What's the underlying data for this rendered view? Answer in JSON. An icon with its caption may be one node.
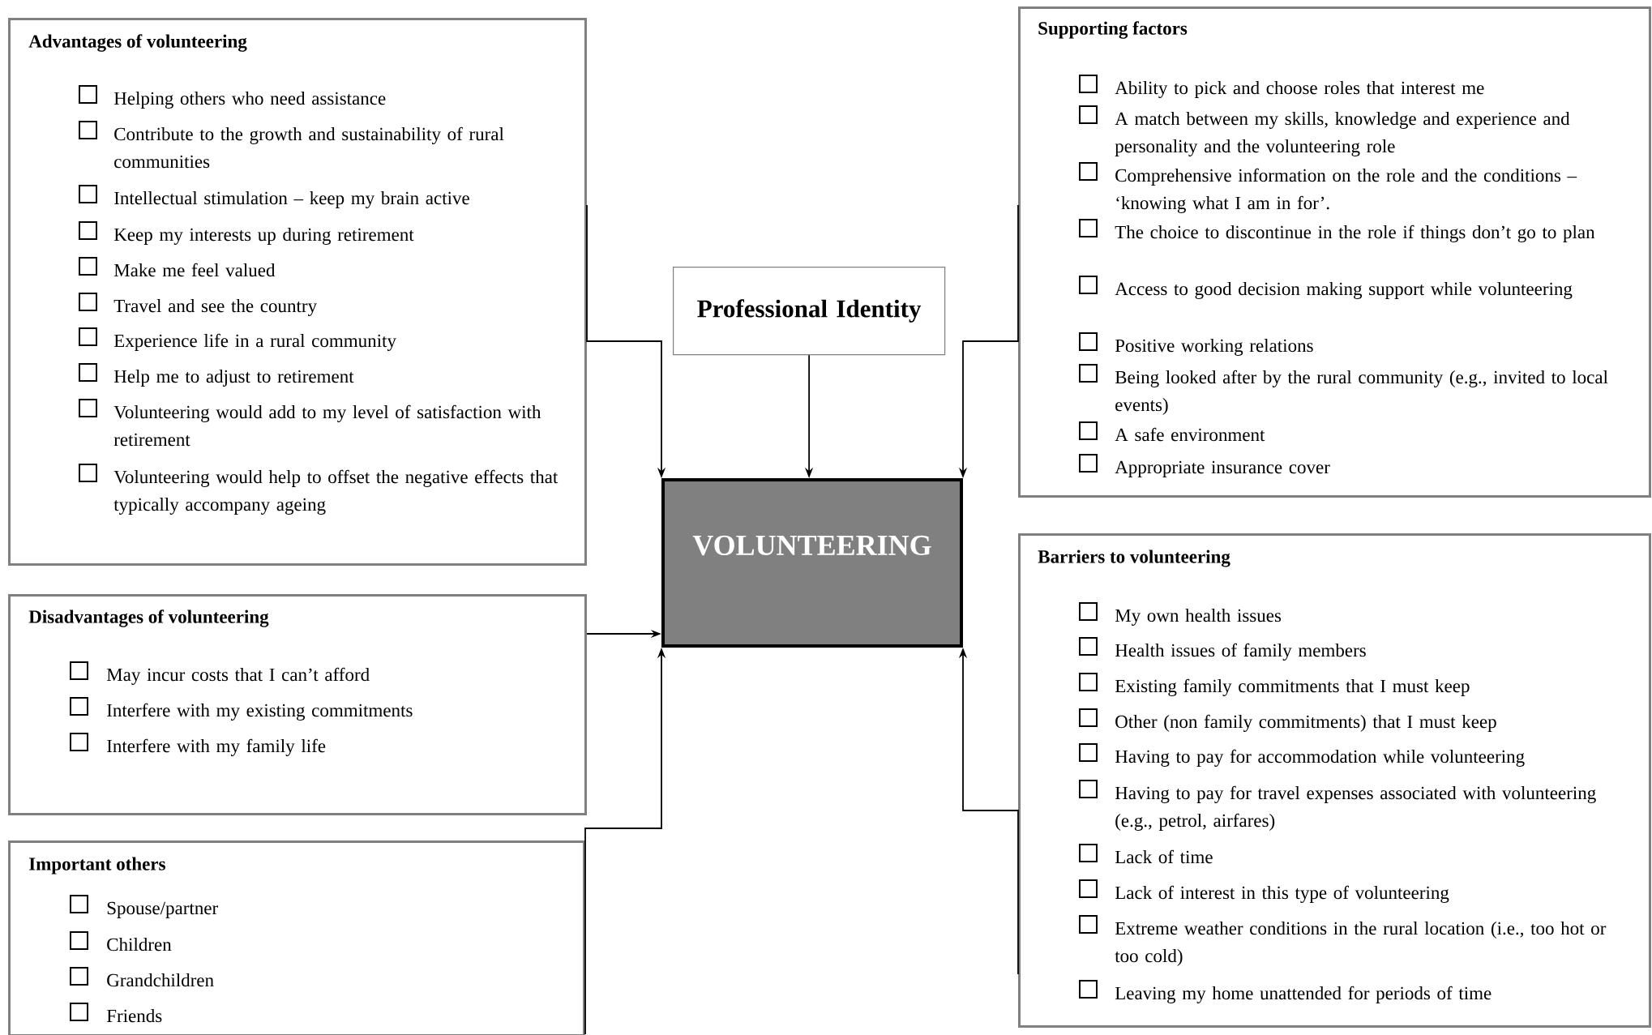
{
  "diagram": {
    "nodes": [
      {
        "text": [
          "Advantages of volunteering",
          "Helping others who need assistance",
          "Contribute to the growth and sustainability of rural communities",
          "Intellectual stimulation – keep my brain active",
          "Keep my interests up during retirement",
          "Make me feel valued",
          "Travel and see the country",
          "Experience life in a rural community",
          "Help me to adjust to retirement",
          "Volunteering would add to my level of satisfaction with retirement",
          "Volunteering would help to offset the negative effects that typically accompany ageing"
        ]
      },
      {
        "text": [
          "Professional Identity"
        ]
      },
      {
        "text": [
          "Supporting factors",
          "Ability to pick and choose roles that interest me",
          "A match between my skills, knowledge and experience and personality and the volunteering role",
          "Comprehensive information on the role and the conditions –‘knowing what I am in for’.",
          "The choice to discontinue in the role if things don’t go to plan",
          "Access to good decision making support while volunteering",
          "Positive working relations",
          "Being looked after by the rural community (e.g., invited to local events)",
          "A safe environment",
          "Appropriate insurance cover"
        ]
      },
      {
        "text": [
          "VOLUNTEERING"
        ]
      },
      {
        "text": [
          "Disadvantages of volunteering",
          "May incur costs that I can’t afford",
          "Interfere with my existing commitments",
          "Interfere with my family life"
        ]
      },
      {
        "text": [
          "Barriers to volunteering",
          "My own health issues",
          "Health issues of family members",
          "Existing family commitments that I must keep",
          "Other (non family commitments) that I must keep",
          "Having to pay for accommodation while volunteering",
          "Having to pay for travel expenses associated with volunteering (e.g., petrol, airfares)",
          "Lack of time",
          "Lack of interest in this type of volunteering",
          "Extreme weather conditions in the rural location (i.e., too hot or too cold)",
          "Leaving my home unattended for periods of time"
        ]
      },
      {
        "text": [
          "Important others",
          "Spouse/partner",
          "Children",
          "Grandchildren",
          "Friends"
        ]
      }
    ],
    "edges": [
      {
        "from": 0,
        "to": 3,
        "arrow": "to"
      },
      {
        "from": 1,
        "to": 3,
        "arrow": "to"
      },
      {
        "from": 2,
        "to": 3,
        "arrow": "to"
      },
      {
        "from": 4,
        "to": 3,
        "arrow": "to"
      },
      {
        "from": 6,
        "to": 3,
        "arrow": "to"
      },
      {
        "from": 5,
        "to": 3,
        "arrow": "to"
      }
    ]
  }
}
